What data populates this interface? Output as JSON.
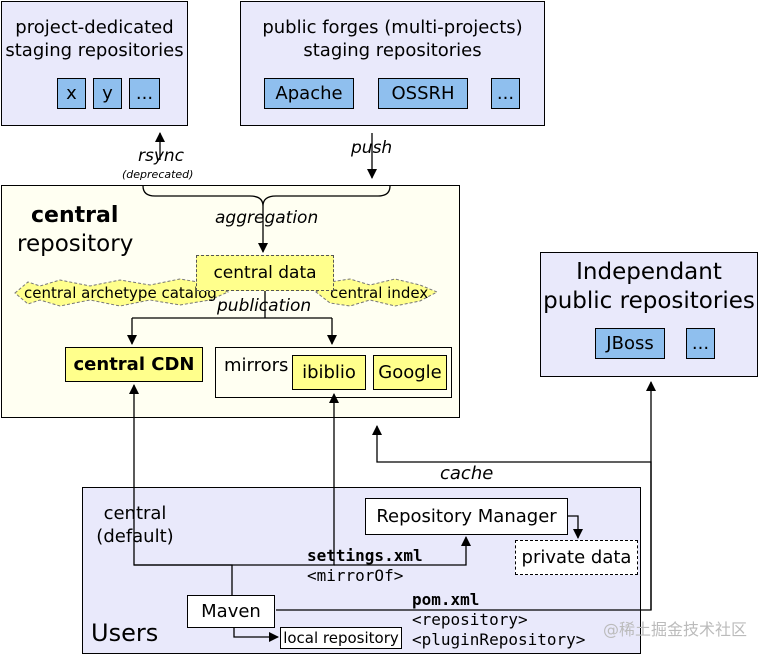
{
  "staging": {
    "project_title_1": "project-dedicated",
    "project_title_2": "staging repositories",
    "project_items": [
      "x",
      "y",
      "..."
    ],
    "forges_title_1": "public forges (multi-projects)",
    "forges_title_2": "staging repositories",
    "forges_items": [
      "Apache",
      "OSSRH",
      "..."
    ]
  },
  "labels": {
    "rsync": "rsync",
    "deprecated": "(deprecated)",
    "push": "push",
    "aggregation": "aggregation",
    "publication": "publication",
    "cache": "cache"
  },
  "central": {
    "title_bold": "central",
    "title_rest": "repository",
    "data": "central data",
    "archetype": "central archetype catalog",
    "index": "central index",
    "cdn": "central CDN",
    "mirrors": "mirrors",
    "mirror_items": [
      "ibiblio",
      "Google"
    ]
  },
  "independent": {
    "title_1": "Independant",
    "title_2": "public repositories",
    "items": [
      "JBoss",
      "..."
    ]
  },
  "users": {
    "title": "Users",
    "central_default_1": "central",
    "central_default_2": "(default)",
    "repo_manager": "Repository Manager",
    "private_data": "private data",
    "settings_file": "settings.xml",
    "mirror_of": "<mirrorOf>",
    "maven": "Maven",
    "local_repo": "local repository",
    "pom_file": "pom.xml",
    "repository_tag": "<repository>",
    "plugin_repository_tag": "<pluginRepository>"
  },
  "watermark": "@稀土掘金技术社区",
  "colors": {
    "lavender": "#e9e9fb",
    "cream": "#fffff2",
    "yellow": "#ffff8c",
    "blue": "#8fbfee"
  }
}
